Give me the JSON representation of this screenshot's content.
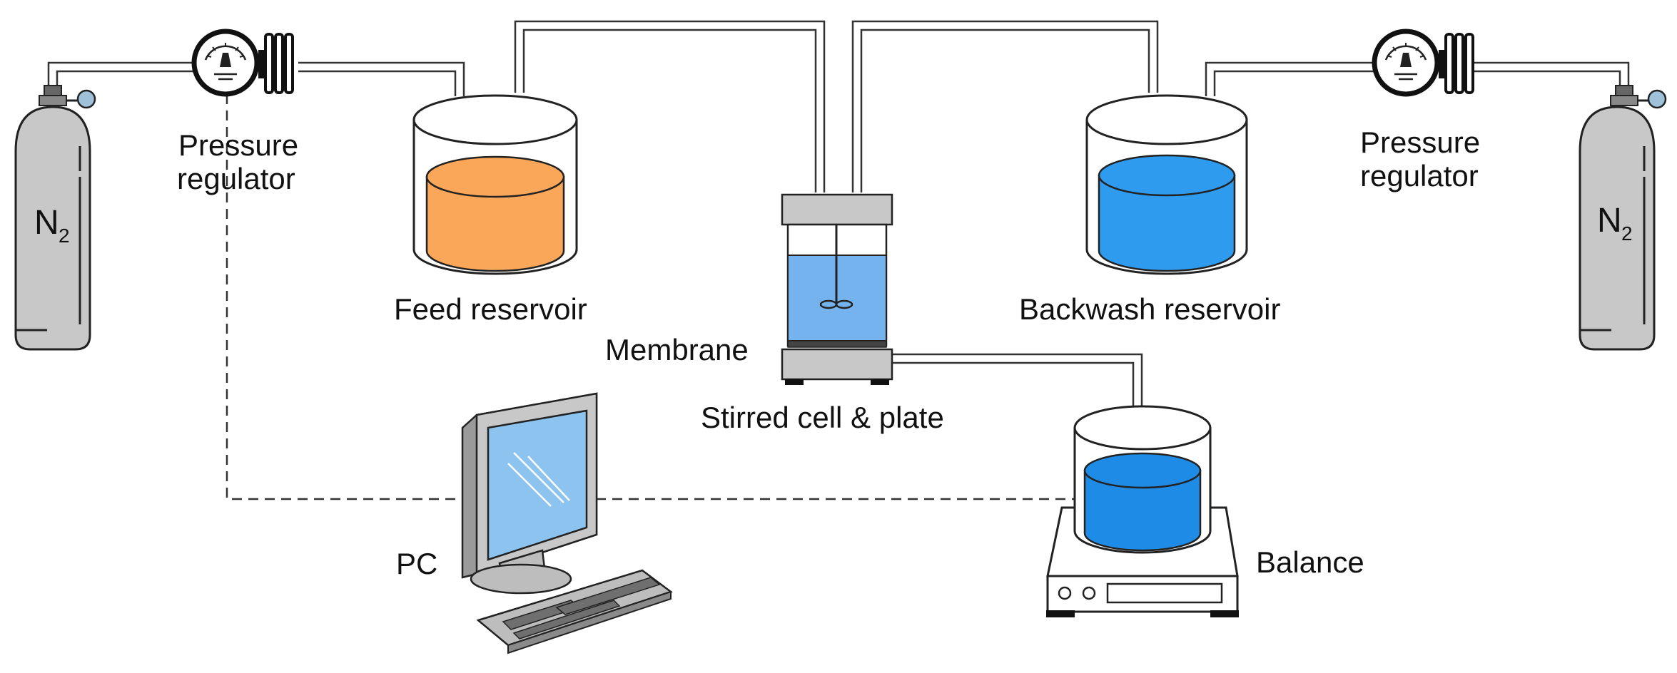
{
  "labels": {
    "pressure_regulator_left_line1": "Pressure",
    "pressure_regulator_left_line2": "regulator",
    "pressure_regulator_right_line1": "Pressure",
    "pressure_regulator_right_line2": "regulator",
    "cylinder_left_gas": "N",
    "cylinder_left_sub": "2",
    "cylinder_right_gas": "N",
    "cylinder_right_sub": "2",
    "feed_reservoir": "Feed reservoir",
    "backwash_reservoir": "Backwash reservoir",
    "membrane": "Membrane",
    "stirred_cell": "Stirred cell & plate",
    "pc": "PC",
    "balance": "Balance"
  },
  "colors": {
    "feed_liquid": "#FBA75A",
    "backwash_liquid": "#2E9BEF",
    "cell_liquid": "#74B3EE",
    "balance_liquid": "#1E8CE6",
    "cylinder": "#C8C8C8",
    "monitor_screen": "#8CC4EF",
    "device_gray": "#BDBDBD"
  }
}
